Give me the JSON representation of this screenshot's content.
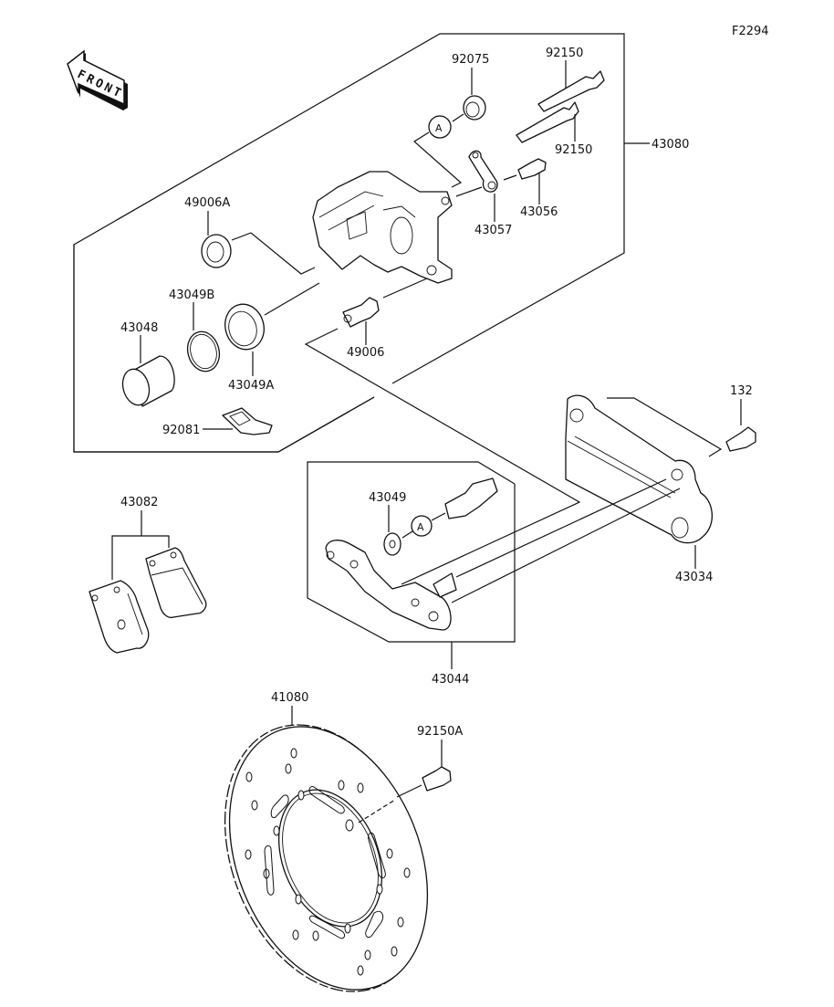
{
  "diagram": {
    "figure_code": "F2294",
    "front_arrow_text": "FRONT",
    "reference_marker": "A",
    "callouts": {
      "p92075": "92075",
      "p92150_top": "92150",
      "p92150_bottom": "92150",
      "p43080": "43080",
      "p49006A": "49006A",
      "p43057": "43057",
      "p43056": "43056",
      "p43049B": "43049B",
      "p43048": "43048",
      "p49006": "49006",
      "p43049A": "43049A",
      "p92081": "92081",
      "p132": "132",
      "p43049": "43049",
      "p43082": "43082",
      "p43034": "43034",
      "p43044": "43044",
      "p41080": "41080",
      "p92150A": "92150A"
    }
  }
}
